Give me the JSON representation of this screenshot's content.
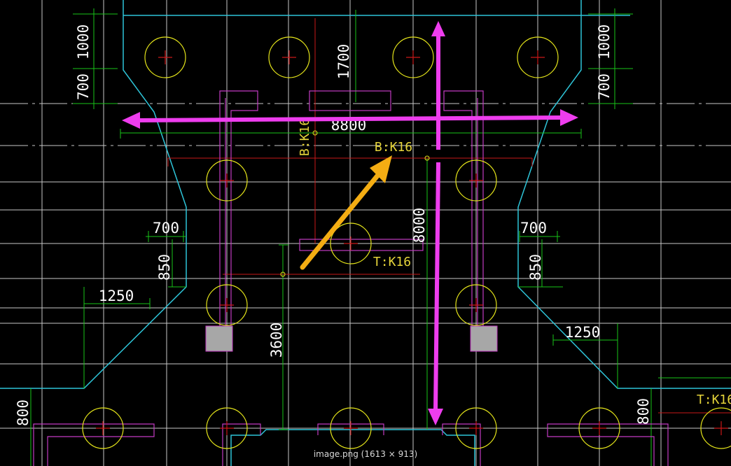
{
  "drawing": {
    "dimensions": {
      "d_1000_left": "1000",
      "d_700_left_top": "700",
      "d_1700": "1700",
      "d_1000_right": "1000",
      "d_700_right_top": "700",
      "d_8800": "8800",
      "d_8000": "8000",
      "d_700_left_mid": "700",
      "d_850_left": "850",
      "d_700_right_mid": "700",
      "d_850_right": "850",
      "d_1250_left": "1250",
      "d_1250_right": "1250",
      "d_3600": "3600",
      "d_800_left": "800",
      "d_800_right": "800"
    },
    "labels": {
      "bk16_vertical": "B:K16",
      "bk16_arrow": "B:K16",
      "tk16_center": "T:K16",
      "tk16_right": "T:K16"
    },
    "colors": {
      "background": "#000000",
      "grid": "#c8c8c8",
      "structure": "#2ec4d8",
      "dimension": "#19c319",
      "pile": "#e5e51a",
      "beam": "#c23bc2",
      "rebar": "#c91818",
      "annotation_arrow": "#ee3dee",
      "pointer_arrow": "#f4ad13"
    }
  },
  "caption": "image.png (1613 × 913)"
}
